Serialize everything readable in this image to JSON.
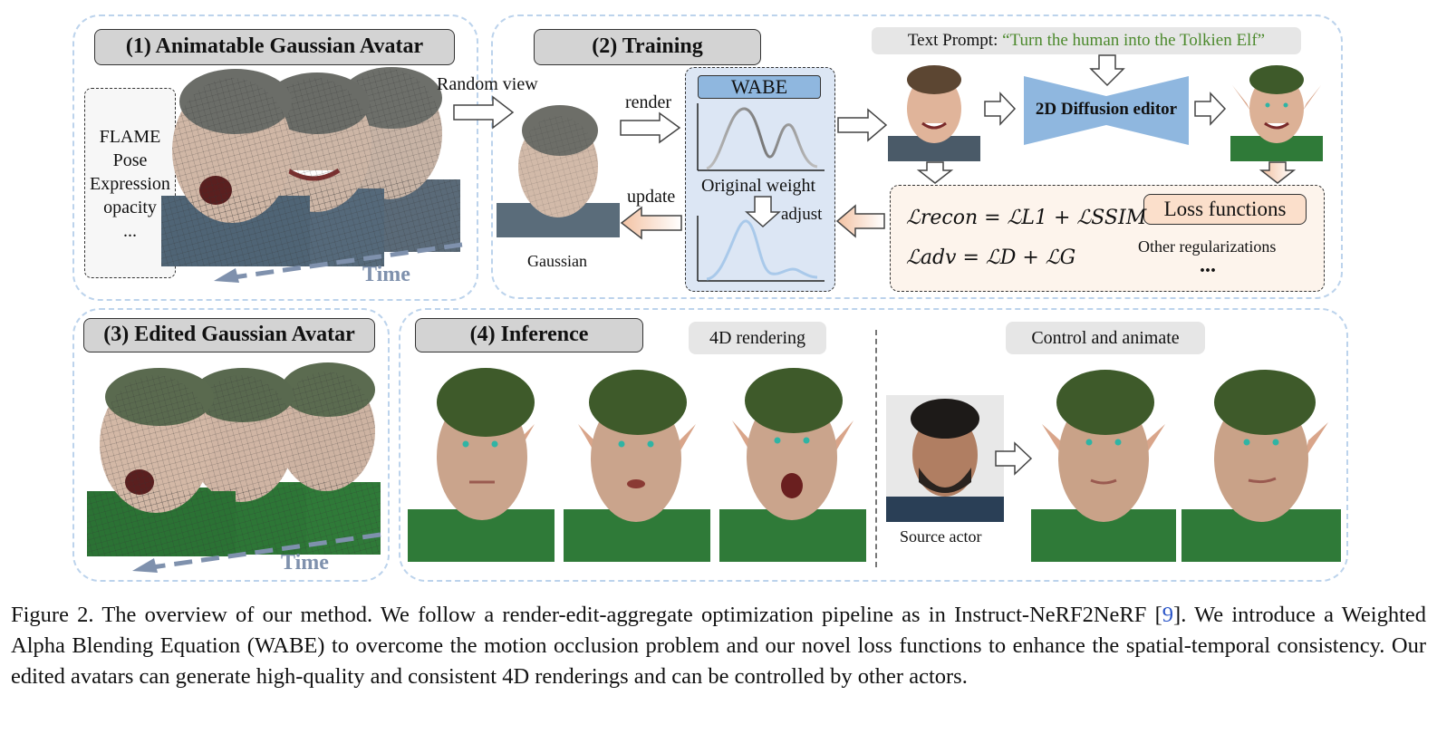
{
  "panel1": {
    "title": "(1) Animatable Gaussian Avatar",
    "inputs": [
      "FLAME",
      "Pose",
      "Expression",
      "opacity",
      "..."
    ],
    "time_label": "Time"
  },
  "panel2": {
    "title": "(2) Training",
    "random_view": "Random view",
    "render": "render",
    "update": "update",
    "gaussian": "Gaussian",
    "wabe": "WABE",
    "original_weight": "Original weight",
    "adjust": "adjust",
    "text_prompt_label": "Text Prompt: ",
    "text_prompt_value": "“Turn the human into the Tolkien Elf”",
    "diffusion_editor": "2D Diffusion editor",
    "loss_functions": "Loss functions",
    "loss_recon": "ℒrecon = ℒL1 + ℒSSIM",
    "loss_adv": "ℒadv = ℒD + ℒG",
    "other_reg": "Other regularizations",
    "more": "..."
  },
  "panel3": {
    "title": "(3) Edited Gaussian Avatar",
    "time_label": "Time"
  },
  "panel4": {
    "title": "(4) Inference",
    "rendering_4d": "4D rendering",
    "control_animate": "Control and animate",
    "source_actor": "Source actor"
  },
  "caption": {
    "prefix": "Figure 2.  The overview of our method.  We follow a render-edit-aggregate optimization pipeline as in Instruct-NeRF2NeRF [",
    "ref": "9",
    "suffix": "].  We introduce a Weighted Alpha Blending Equation (WABE) to overcome the motion occlusion problem and our novel loss functions to enhance the spatial-temporal consistency. Our edited avatars can generate high-quality and consistent 4D renderings and can be controlled by other actors."
  },
  "colors": {
    "panel_border": "#bcd3ec",
    "prompt_green": "#4d8a2e",
    "diffusion_blue": "#8fb7df",
    "wabe_bg": "#dce6f4",
    "loss_bg": "#fdf4ec",
    "time_arrow": "#7f91ad"
  }
}
